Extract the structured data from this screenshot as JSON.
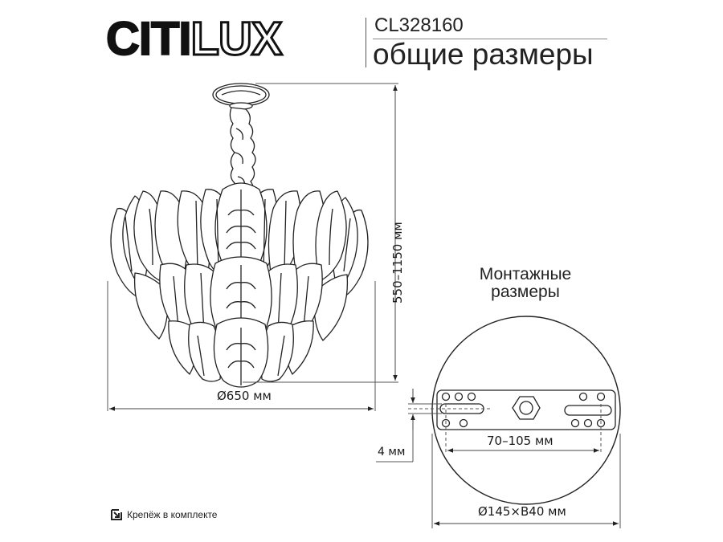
{
  "header": {
    "brand": {
      "solid": "CITI",
      "outline": "LUX"
    },
    "model": "CL328160",
    "subtitle": "общие размеры"
  },
  "dimensions": {
    "diameter": "Ø650 мм",
    "height": "550–1150 мм"
  },
  "mounting": {
    "title_line1": "Монтажные",
    "title_line2": "размеры",
    "hole_spacing": "70–105 мм",
    "slot_width": "4 мм",
    "canopy": "Ø145×В40 мм"
  },
  "footer": {
    "icon": "mounting-kit-icon",
    "label": "Крепёж в комплекте"
  },
  "colors": {
    "line": "#1a1a1a",
    "dim_line": "#555555",
    "background": "#ffffff"
  }
}
